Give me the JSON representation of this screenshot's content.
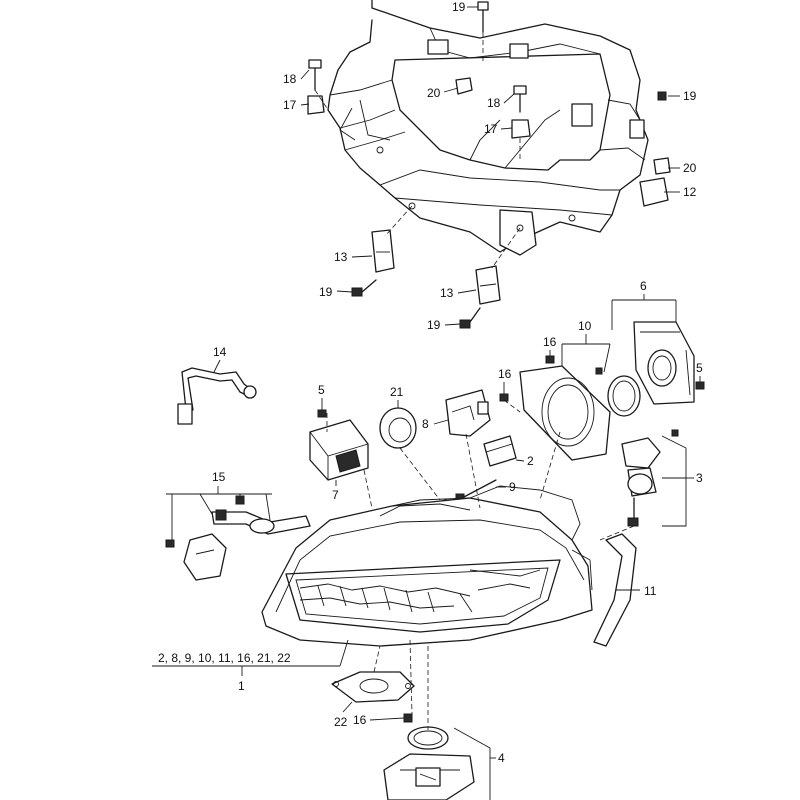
{
  "callouts": {
    "c19_top": "19",
    "c18_left": "18",
    "c17_left": "17",
    "c20_mid": "20",
    "c18_mid": "18",
    "c17_mid": "17",
    "c19_right": "19",
    "c20_right": "20",
    "c12": "12",
    "c13_a": "13",
    "c19_a": "19",
    "c13_b": "13",
    "c19_b": "19",
    "c14": "14",
    "c6": "6",
    "c10": "10",
    "c16_a": "16",
    "c16_b": "16",
    "c5_right": "5",
    "c5_left": "5",
    "c21": "21",
    "c8": "8",
    "c2": "2",
    "c3": "3",
    "c9": "9",
    "c7": "7",
    "c15": "15",
    "c11": "11",
    "c1_group": "2, 8, 9, 10, 11, 16, 21, 22",
    "c1": "1",
    "c22": "22",
    "c16_c": "16",
    "c4": "4"
  }
}
